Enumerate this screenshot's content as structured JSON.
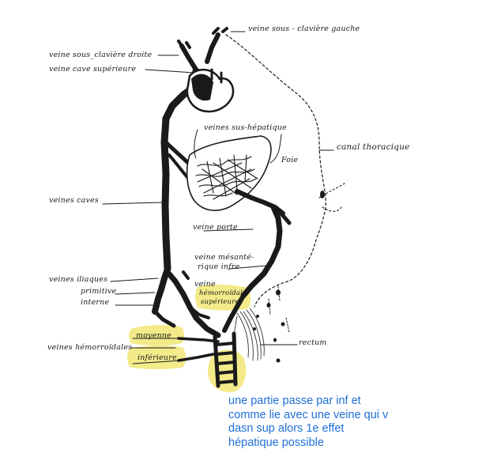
{
  "labels": {
    "veine_sous_claviere_gauche": "veine sous - clavière gauche",
    "veine_sous_claviere_droite": "veine sous_clavière droite",
    "veine_cave_superieure": "veine cave supérieure",
    "veines_sus_hepatique": "veines sus-hépatique",
    "canal_thoracique": "canal thoracique",
    "foie": "Foie",
    "veines_caves": "veines caves",
    "veine_porte": "veine porte",
    "veine_mesanterique_line1": "veine mésanté-",
    "veine_mesanterique_line2": "rique infre",
    "veine_label": "veine",
    "hemorroidale_superieure_line1": "hémorroïdale",
    "hemorroidale_superieure_line2": "supérieure",
    "veines_iliaques": "veines iliaques",
    "primitive": "primitive",
    "interne": "interne",
    "rectum": "rectum",
    "moyenne": "moyenne",
    "veines_hemorroidales": "veines hémorroïdales",
    "inferieure": "inférieure"
  },
  "note": {
    "lines": [
      "une partie passe par inf et",
      "comme lie avec une veine qui v",
      "dasn sup alors 1e effet",
      "hépatique possible"
    ]
  },
  "colors": {
    "ink": "#1a1a1a",
    "highlight": "#f3ea8a",
    "note": "#1f6fd6"
  }
}
